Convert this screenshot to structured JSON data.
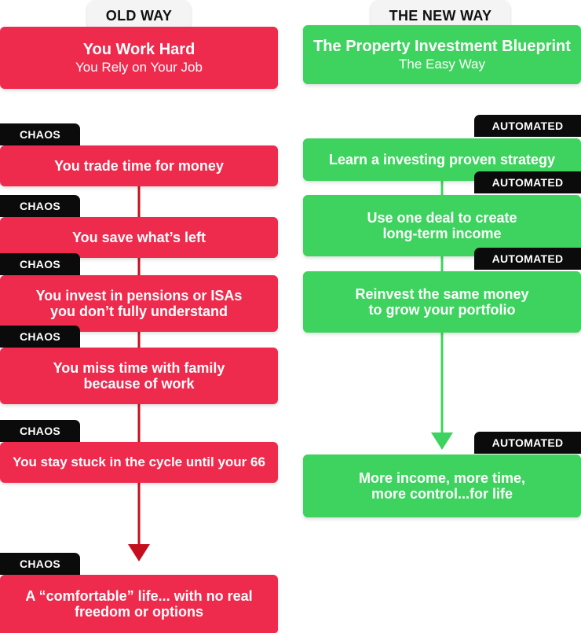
{
  "left": {
    "header": "OLD WAY",
    "top_box": {
      "title": "You Work Hard",
      "subtitle": "You Rely on Your Job"
    },
    "tag_label": "CHAOS",
    "steps": [
      [
        "You trade time for money"
      ],
      [
        "You save what’s left"
      ],
      [
        "You invest in pensions or ISAs",
        "you don’t fully understand"
      ],
      [
        "You miss time with family",
        "because of work"
      ],
      [
        "You stay stuck in the cycle until your 66"
      ],
      [
        "A “comfortable” life... with no real",
        "freedom or options"
      ]
    ],
    "color": "#ee2a4d",
    "arrow_color": "#c4101c"
  },
  "right": {
    "header": "THE NEW WAY",
    "top_box": {
      "title": "The Property Investment Blueprint",
      "subtitle": "The Easy Way"
    },
    "tag_label": "AUTOMATED",
    "steps": [
      [
        "Learn a investing proven strategy"
      ],
      [
        "Use one deal to create",
        "long-term income"
      ],
      [
        "Reinvest the same money",
        "to grow your portfolio"
      ],
      [
        "More income, more time,",
        "more control...for life"
      ]
    ],
    "color": "#3dd35e"
  }
}
